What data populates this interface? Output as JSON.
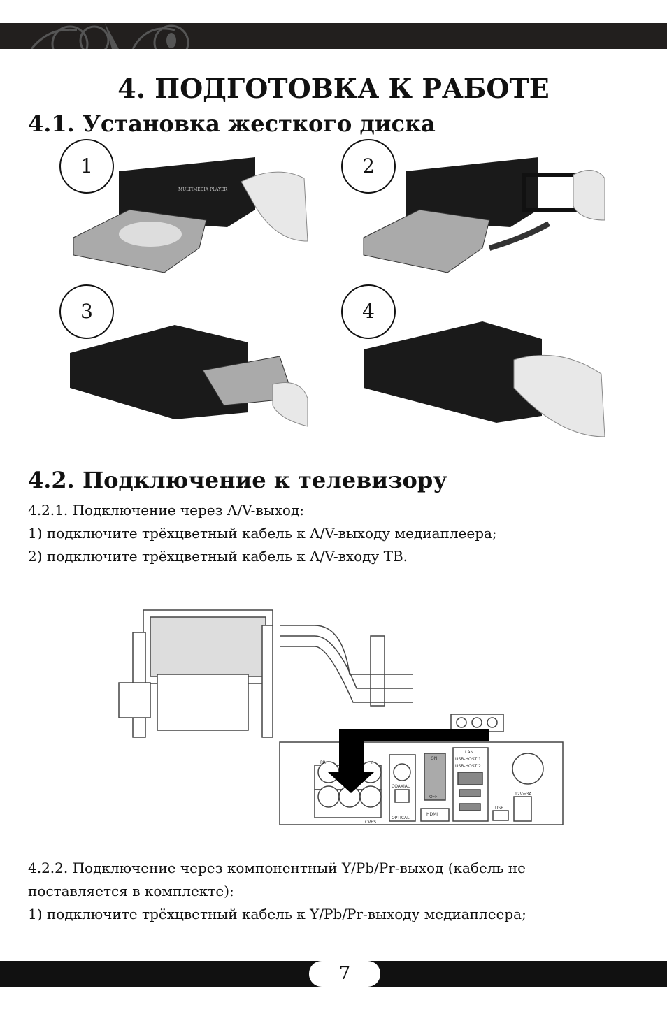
{
  "header": {
    "logo": "(QUMO)"
  },
  "title": "4. ПОДГОТОВКА К РАБОТЕ",
  "section1": {
    "heading": "4.1. Установка жесткого диска",
    "steps": [
      "1",
      "2",
      "3",
      "4"
    ],
    "device_label": "MULTIMEDIA PLAYER"
  },
  "section2": {
    "heading": "4.2. Подключение к телевизору",
    "lines": [
      "4.2.1. Подключение через A/V-выход:",
      "1) подключите трёхцветный кабель к A/V-выходу медиаплеера;",
      "2) подключите трёхцветный кабель к A/V-входу ТВ."
    ],
    "diagram_labels": {
      "coaxial": "COAXIAL",
      "optical": "OPTICAL",
      "hdmi": "HDMI",
      "lan": "LAN",
      "usb_host1": "USB-HOST 1",
      "usb_host2": "USB-HOST 2",
      "usb": "USB",
      "on": "ON",
      "off": "OFF",
      "dc": "12V⎓3A",
      "cvbs": "CVBS",
      "pr": "PR",
      "y": "Y"
    },
    "lines2": [
      "4.2.2. Подключение через компонентный Y/Pb/Pr-выход (кабель не",
      "поставляется в комплекте):",
      "1) подключите трёхцветный кабель к Y/Pb/Pr-выходу медиаплеера;"
    ]
  },
  "footer": {
    "page_number": "7"
  }
}
